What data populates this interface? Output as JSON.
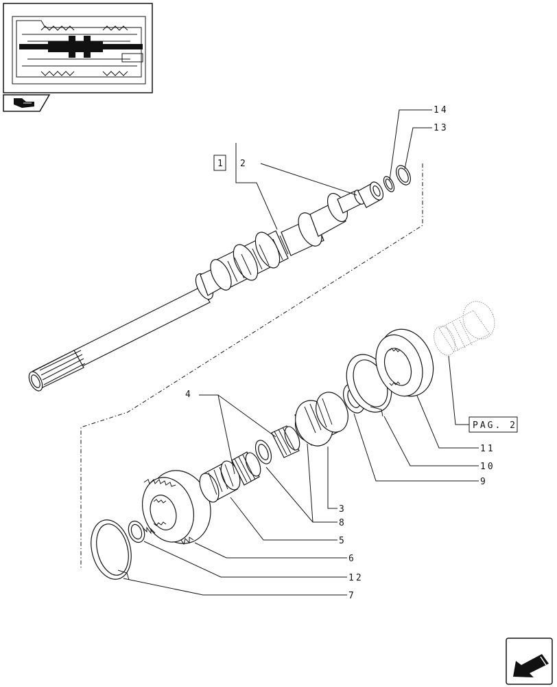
{
  "callouts": {
    "ref_box": "1",
    "part_2": "2",
    "part_3": "3",
    "part_4": "4",
    "part_5": "5",
    "part_6": "6",
    "part_7": "7",
    "part_8": "8",
    "part_9": "9",
    "part_10": "10",
    "part_11": "11",
    "part_12": "12",
    "part_13": "13",
    "part_14": "14",
    "page_ref": "PAG. 2"
  },
  "icons": {
    "thumbnail": "transmission-overview-icon",
    "nav_badge": "pointing-hand-icon",
    "back": "back-arrow-icon"
  }
}
